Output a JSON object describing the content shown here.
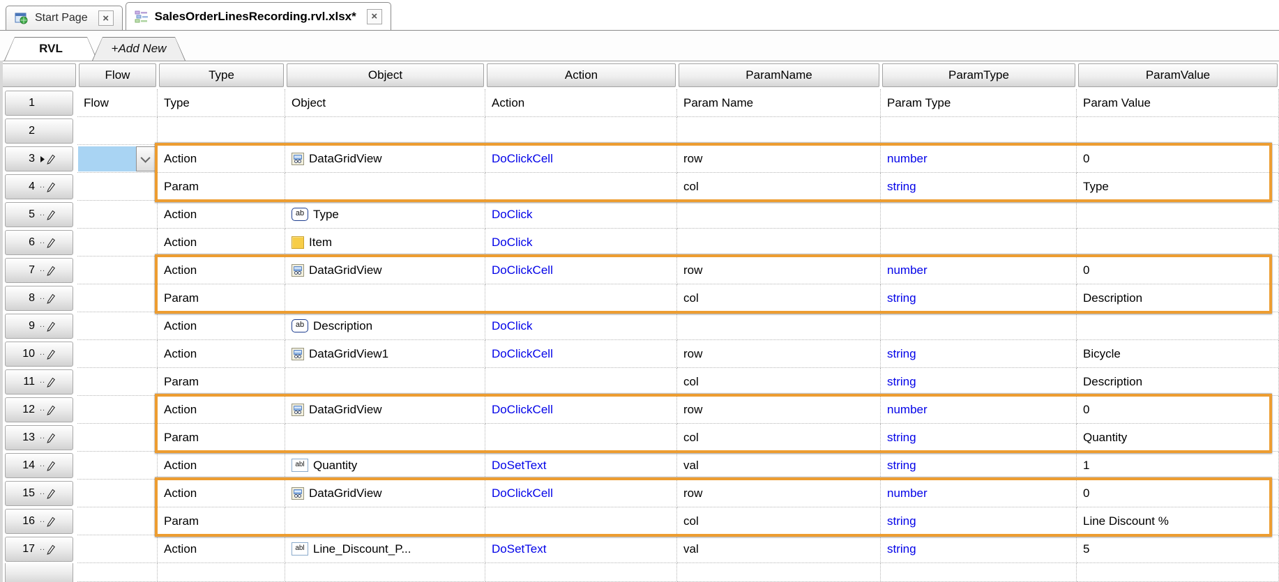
{
  "document_tabs": [
    {
      "label": "Start Page",
      "close": "×"
    },
    {
      "label": "SalesOrderLinesRecording.rvl.xlsx*",
      "close": "×"
    }
  ],
  "sheet_tabs": [
    {
      "label": "RVL"
    },
    {
      "label": "+Add New"
    }
  ],
  "grid": {
    "column_headers": [
      "",
      "Flow",
      "Type",
      "Object",
      "Action",
      "ParamName",
      "ParamType",
      "ParamValue"
    ],
    "rows": [
      {
        "n": "1",
        "marker": "",
        "flow": "Flow",
        "type": "Type",
        "object": {
          "icon": "",
          "label": "Object"
        },
        "action": "Action",
        "param_name": "Param Name",
        "param_type": "Param Type",
        "param_value": "Param Value",
        "plain": true
      },
      {
        "n": "2",
        "marker": "",
        "flow": "",
        "type": "",
        "object": null,
        "action": "",
        "param_name": "",
        "param_type": "",
        "param_value": ""
      },
      {
        "n": "3",
        "marker": "edit-arrow",
        "flow": "",
        "flow_selected": true,
        "type": "Action",
        "object": {
          "icon": "datagridview-icon",
          "label": "DataGridView"
        },
        "action": "DoClickCell",
        "param_name": "row",
        "param_type": "number",
        "param_value": "0"
      },
      {
        "n": "4",
        "marker": "pencil",
        "flow": "",
        "type": "Param",
        "object": null,
        "action": "",
        "param_name": "col",
        "param_type": "string",
        "param_value": "Type"
      },
      {
        "n": "5",
        "marker": "pencil",
        "flow": "",
        "type": "Action",
        "object": {
          "icon": "text-button-icon",
          "label": "Type"
        },
        "action": "DoClick",
        "param_name": "",
        "param_type": "",
        "param_value": ""
      },
      {
        "n": "6",
        "marker": "pencil",
        "flow": "",
        "type": "Action",
        "object": {
          "icon": "item-icon",
          "label": "Item"
        },
        "action": "DoClick",
        "param_name": "",
        "param_type": "",
        "param_value": ""
      },
      {
        "n": "7",
        "marker": "pencil",
        "flow": "",
        "type": "Action",
        "object": {
          "icon": "datagridview-icon",
          "label": "DataGridView"
        },
        "action": "DoClickCell",
        "param_name": "row",
        "param_type": "number",
        "param_value": "0"
      },
      {
        "n": "8",
        "marker": "pencil",
        "flow": "",
        "type": "Param",
        "object": null,
        "action": "",
        "param_name": "col",
        "param_type": "string",
        "param_value": "Description"
      },
      {
        "n": "9",
        "marker": "pencil",
        "flow": "",
        "type": "Action",
        "object": {
          "icon": "text-button-icon",
          "label": "Description"
        },
        "action": "DoClick",
        "param_name": "",
        "param_type": "",
        "param_value": ""
      },
      {
        "n": "10",
        "marker": "pencil",
        "flow": "",
        "type": "Action",
        "object": {
          "icon": "datagridview-icon",
          "label": "DataGridView1"
        },
        "action": "DoClickCell",
        "param_name": "row",
        "param_type": "string",
        "param_value": "Bicycle"
      },
      {
        "n": "11",
        "marker": "pencil",
        "flow": "",
        "type": "Param",
        "object": null,
        "action": "",
        "param_name": "col",
        "param_type": "string",
        "param_value": "Description"
      },
      {
        "n": "12",
        "marker": "pencil",
        "flow": "",
        "type": "Action",
        "object": {
          "icon": "datagridview-icon",
          "label": "DataGridView"
        },
        "action": "DoClickCell",
        "param_name": "row",
        "param_type": "number",
        "param_value": "0"
      },
      {
        "n": "13",
        "marker": "pencil",
        "flow": "",
        "type": "Param",
        "object": null,
        "action": "",
        "param_name": "col",
        "param_type": "string",
        "param_value": "Quantity"
      },
      {
        "n": "14",
        "marker": "pencil",
        "flow": "",
        "type": "Action",
        "object": {
          "icon": "textbox-icon",
          "label": "Quantity"
        },
        "action": "DoSetText",
        "param_name": "val",
        "param_type": "string",
        "param_value": "1"
      },
      {
        "n": "15",
        "marker": "pencil",
        "flow": "",
        "type": "Action",
        "object": {
          "icon": "datagridview-icon",
          "label": "DataGridView"
        },
        "action": "DoClickCell",
        "param_name": "row",
        "param_type": "number",
        "param_value": "0"
      },
      {
        "n": "16",
        "marker": "pencil",
        "flow": "",
        "type": "Param",
        "object": null,
        "action": "",
        "param_name": "col",
        "param_type": "string",
        "param_value": "Line Discount %"
      },
      {
        "n": "17",
        "marker": "pencil",
        "flow": "",
        "type": "Action",
        "object": {
          "icon": "textbox-icon",
          "label": "Line_Discount_P..."
        },
        "action": "DoSetText",
        "param_name": "val",
        "param_type": "string",
        "param_value": "5"
      },
      {
        "n": "",
        "marker": "",
        "flow": "",
        "type": "",
        "object": null,
        "action": "",
        "param_name": "",
        "param_type": "",
        "param_value": "",
        "partial": true
      }
    ],
    "highlight_groups": [
      [
        3,
        4
      ],
      [
        7,
        8
      ],
      [
        12,
        13
      ],
      [
        15,
        16
      ]
    ]
  },
  "colors": {
    "highlight_orange": "#ED9D31",
    "link_blue": "#0202E8",
    "selected_cell_blue": "#A9D4F3"
  }
}
